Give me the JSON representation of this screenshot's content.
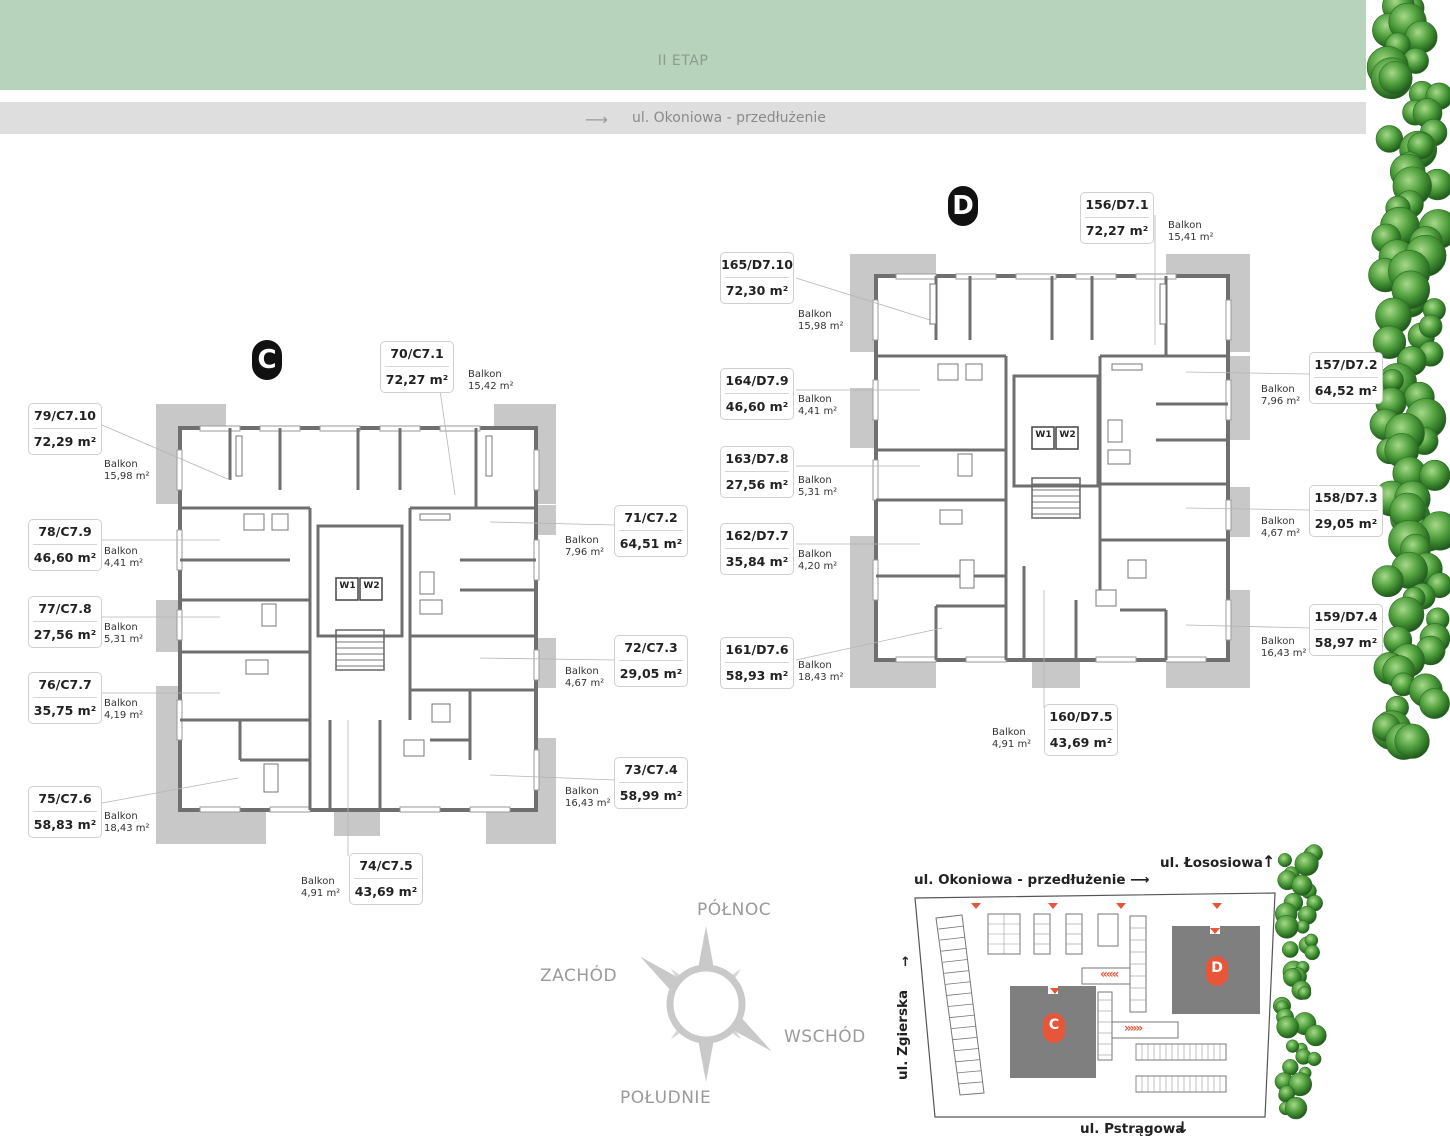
{
  "top_banner": {
    "label": "II ETAP"
  },
  "street_bar": {
    "arrow": "⟶",
    "label": "ul. Okoniowa - przedłużenie"
  },
  "buildings": {
    "c": {
      "letter": "C",
      "elevator_left": "W1",
      "elevator_right": "W2",
      "apartments": [
        {
          "code": "70/C7.1",
          "area": "72,27 m²",
          "balkon_label": "Balkon",
          "balkon_area": "15,42 m²"
        },
        {
          "code": "79/C7.10",
          "area": "72,29 m²",
          "balkon_label": "Balkon",
          "balkon_area": "15,98 m²"
        },
        {
          "code": "78/C7.9",
          "area": "46,60 m²",
          "balkon_label": "Balkon",
          "balkon_area": "4,41 m²"
        },
        {
          "code": "77/C7.8",
          "area": "27,56 m²",
          "balkon_label": "Balkon",
          "balkon_area": "5,31 m²"
        },
        {
          "code": "76/C7.7",
          "area": "35,75 m²",
          "balkon_label": "Balkon",
          "balkon_area": "4,19 m²"
        },
        {
          "code": "75/C7.6",
          "area": "58,83 m²",
          "balkon_label": "Balkon",
          "balkon_area": "18,43 m²"
        },
        {
          "code": "74/C7.5",
          "area": "43,69 m²",
          "balkon_label": "Balkon",
          "balkon_area": "4,91 m²"
        },
        {
          "code": "73/C7.4",
          "area": "58,99 m²",
          "balkon_label": "Balkon",
          "balkon_area": "16,43 m²"
        },
        {
          "code": "72/C7.3",
          "area": "29,05 m²",
          "balkon_label": "Balkon",
          "balkon_area": "4,67 m²"
        },
        {
          "code": "71/C7.2",
          "area": "64,51 m²",
          "balkon_label": "Balkon",
          "balkon_area": "7,96 m²"
        }
      ]
    },
    "d": {
      "letter": "D",
      "elevator_left": "W1",
      "elevator_right": "W2",
      "apartments": [
        {
          "code": "156/D7.1",
          "area": "72,27 m²",
          "balkon_label": "Balkon",
          "balkon_area": "15,41 m²"
        },
        {
          "code": "165/D7.10",
          "area": "72,30 m²",
          "balkon_label": "Balkon",
          "balkon_area": "15,98 m²"
        },
        {
          "code": "164/D7.9",
          "area": "46,60 m²",
          "balkon_label": "Balkon",
          "balkon_area": "4,41 m²"
        },
        {
          "code": "163/D7.8",
          "area": "27,56 m²",
          "balkon_label": "Balkon",
          "balkon_area": "5,31 m²"
        },
        {
          "code": "162/D7.7",
          "area": "35,84 m²",
          "balkon_label": "Balkon",
          "balkon_area": "4,20 m²"
        },
        {
          "code": "161/D7.6",
          "area": "58,93 m²",
          "balkon_label": "Balkon",
          "balkon_area": "18,43 m²"
        },
        {
          "code": "160/D7.5",
          "area": "43,69 m²",
          "balkon_label": "Balkon",
          "balkon_area": "4,91 m²"
        },
        {
          "code": "159/D7.4",
          "area": "58,97 m²",
          "balkon_label": "Balkon",
          "balkon_area": "16,43 m²"
        },
        {
          "code": "158/D7.3",
          "area": "29,05 m²",
          "balkon_label": "Balkon",
          "balkon_area": "4,67 m²"
        },
        {
          "code": "157/D7.2",
          "area": "64,52 m²",
          "balkon_label": "Balkon",
          "balkon_area": "7,96 m²"
        }
      ]
    }
  },
  "compass": {
    "north": "PÓŁNOC",
    "west": "ZACHÓD",
    "east": "WSCHÓD",
    "south": "POŁUDNIE"
  },
  "site_map": {
    "street_top": "ul. Okoniowa - przedłużenie ⟶",
    "street_top_right": "ul. Łososiowa",
    "street_left": "ul. Zgierska",
    "street_bottom": "ul. Pstrągowa",
    "building_c": "C",
    "building_d": "D",
    "entry_arrows_in": "«««",
    "entry_arrows_out": "»»»"
  },
  "colors": {
    "banner_green": "#b7d3bb",
    "street_grey": "#dedede",
    "wall": "#6f6f6f",
    "balcony": "#c8c8c8",
    "accent_orange": "#e8563a",
    "tree_green": "#3f8f33"
  }
}
